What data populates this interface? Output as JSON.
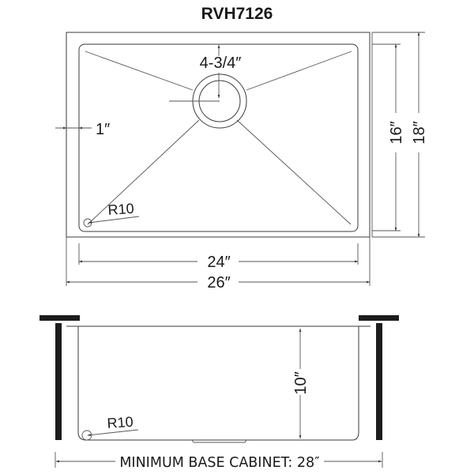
{
  "title": "RVH7126",
  "top_view": {
    "drain_offset_label": "4-3/4″",
    "flange_label": "1″",
    "corner_radius_label": "R10",
    "inner_width_label": "24″",
    "outer_width_label": "26″",
    "inner_depth_label": "16″",
    "outer_depth_label": "18″"
  },
  "side_view": {
    "bowl_depth_label": "10″",
    "corner_radius_label": "R10",
    "cabinet_label": "MINIMUM BASE CABINET: 28″"
  },
  "colors": {
    "line": "#3a3a3a",
    "text": "#1a1a1a",
    "cabinet": "#1c1c1c",
    "background": "#ffffff"
  }
}
